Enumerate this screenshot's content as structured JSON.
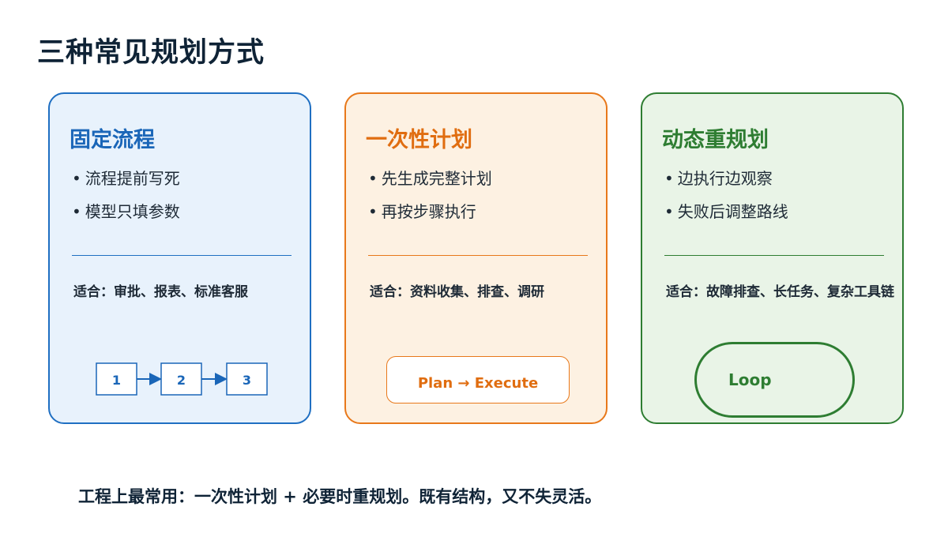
{
  "title": "三种常见规划方式",
  "cards": [
    {
      "title": "固定流程",
      "bullets": [
        "流程提前写死",
        "模型只填参数"
      ],
      "fit": "适合：审批、报表、标准客服",
      "steps": [
        "1",
        "2",
        "3"
      ],
      "accent": "#1f6fc2"
    },
    {
      "title": "一次性计划",
      "bullets": [
        "先生成完整计划",
        "再按步骤执行"
      ],
      "fit": "适合：资料收集、排查、调研",
      "box_label": "Plan → Execute",
      "accent": "#e8781a"
    },
    {
      "title": "动态重规划",
      "bullets": [
        "边执行边观察",
        "失败后调整路线"
      ],
      "fit": "适合：故障排查、长任务、复杂工具链",
      "loop_label": "Loop",
      "accent": "#2e7d32"
    }
  ],
  "footer": "工程上最常用：一次性计划 + 必要时重规划。既有结构，又不失灵活。"
}
